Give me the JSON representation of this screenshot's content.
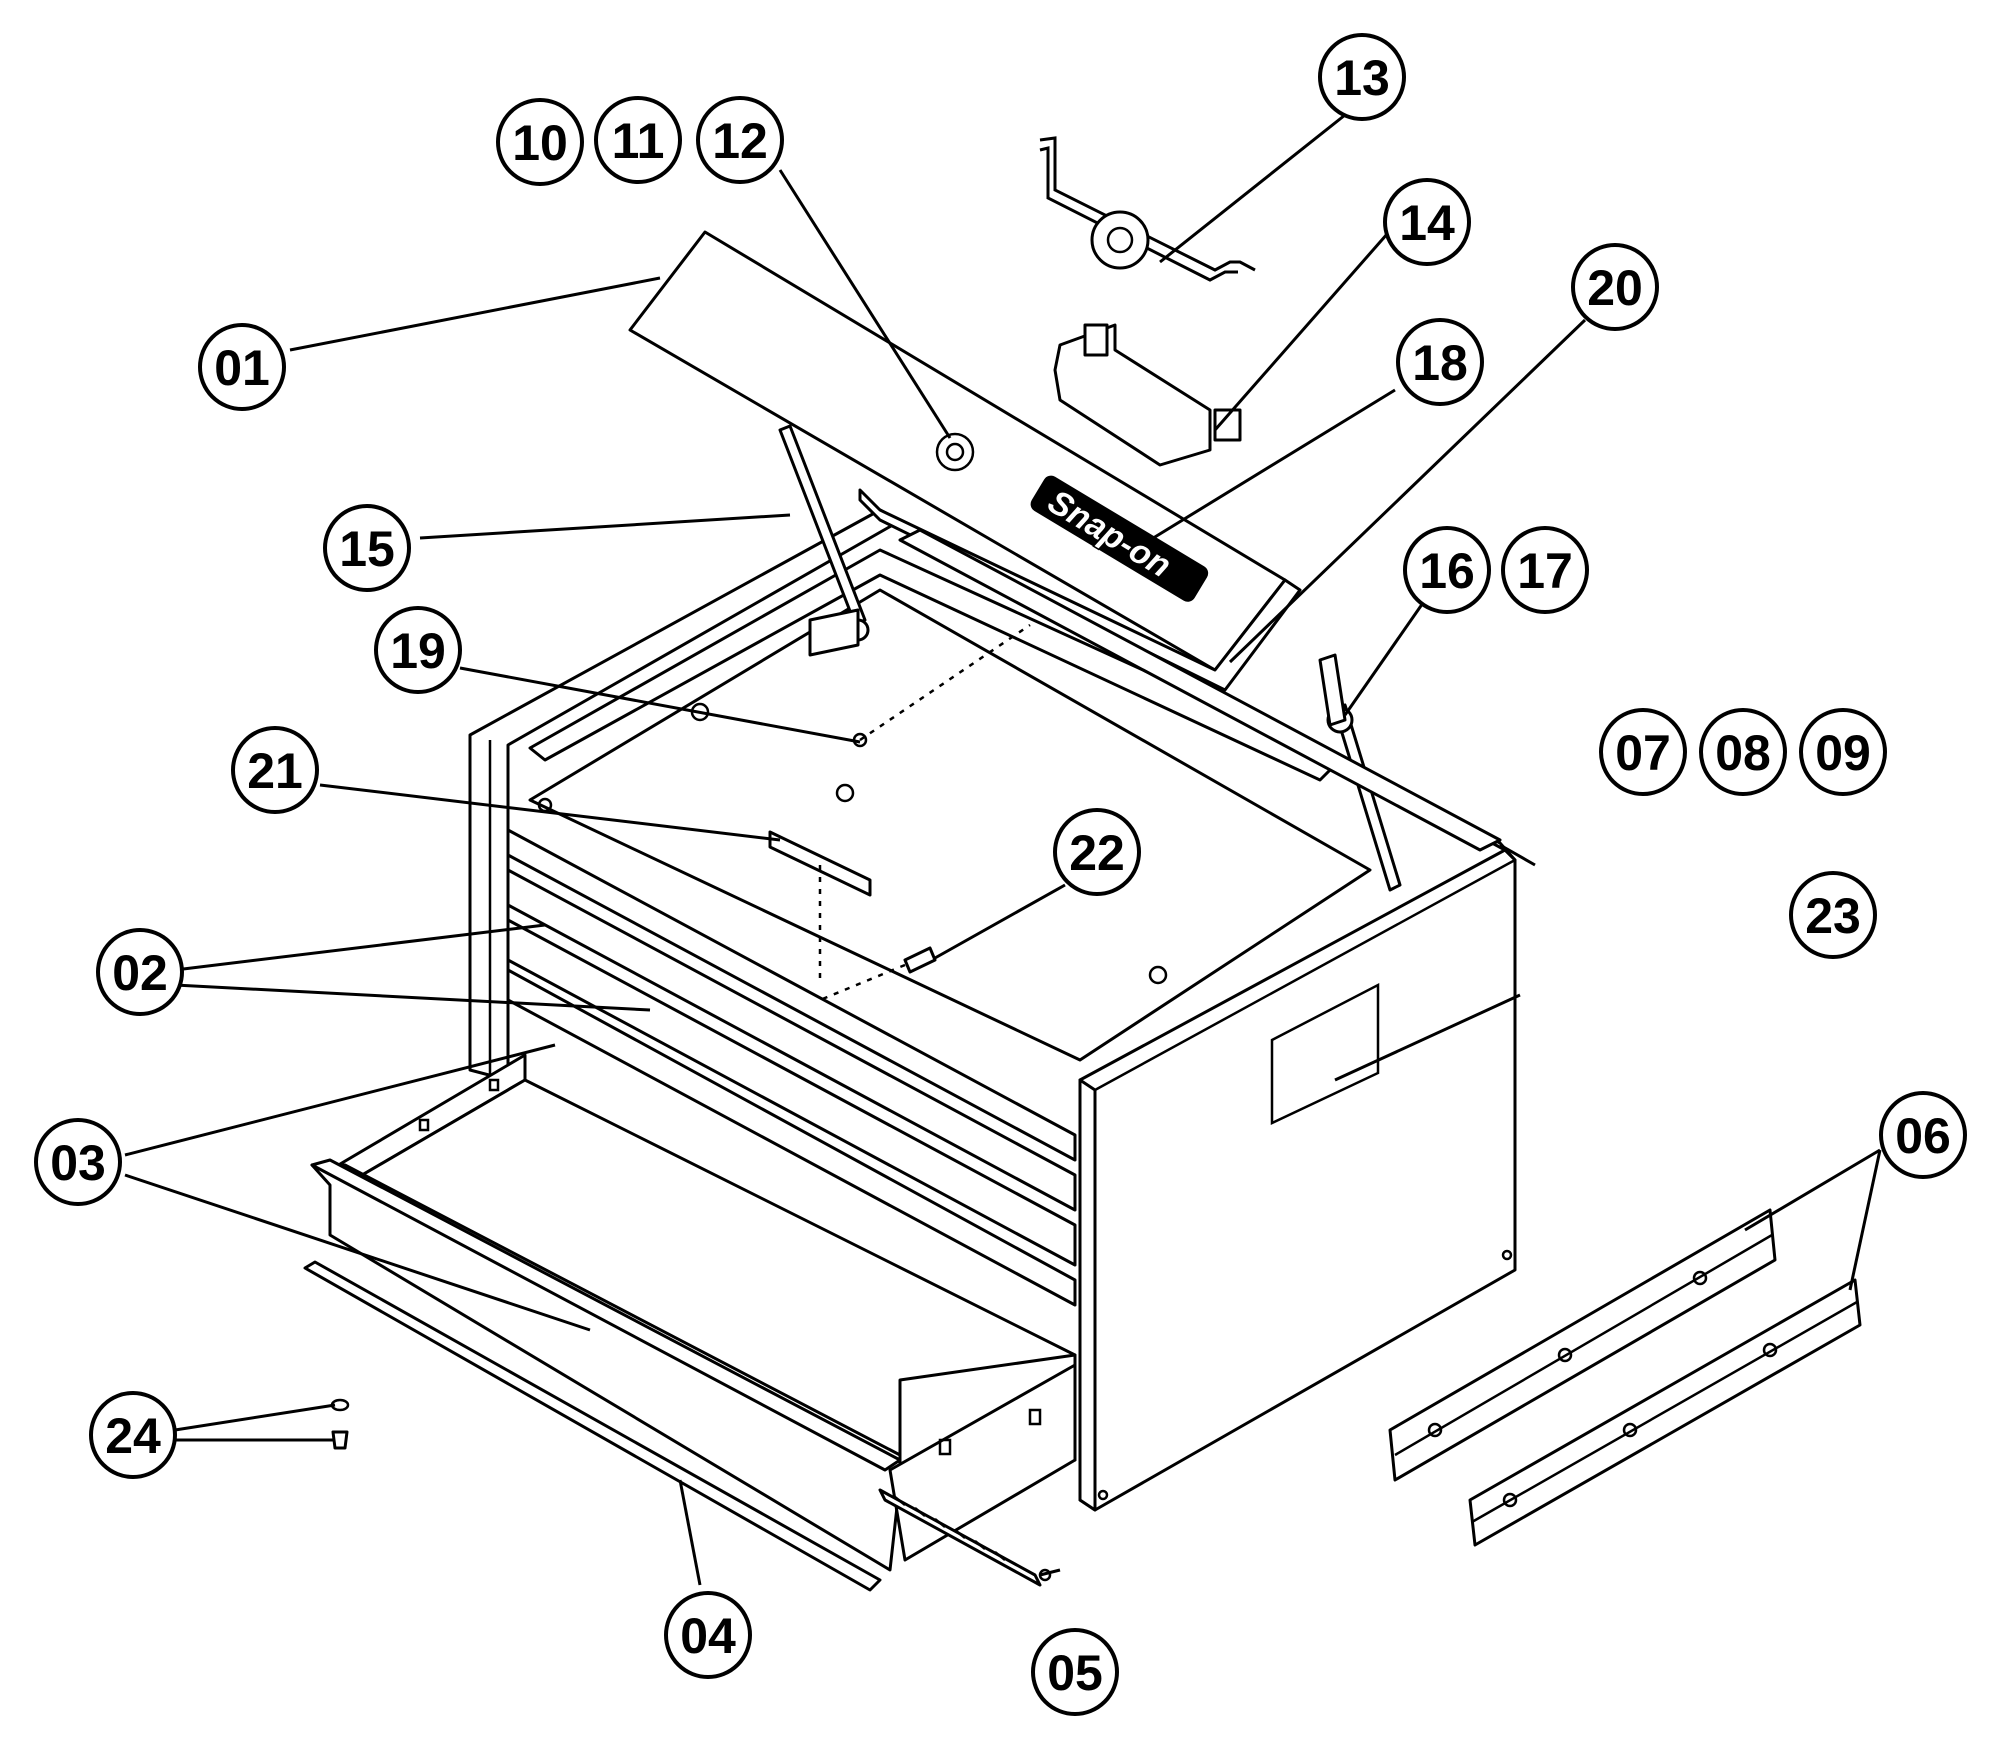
{
  "brand_logo": "Snap-on",
  "callouts": [
    {
      "id": "01"
    },
    {
      "id": "02"
    },
    {
      "id": "03"
    },
    {
      "id": "04"
    },
    {
      "id": "05"
    },
    {
      "id": "06"
    },
    {
      "id": "07"
    },
    {
      "id": "08"
    },
    {
      "id": "09"
    },
    {
      "id": "10"
    },
    {
      "id": "11"
    },
    {
      "id": "12"
    },
    {
      "id": "13"
    },
    {
      "id": "14"
    },
    {
      "id": "15"
    },
    {
      "id": "16"
    },
    {
      "id": "17"
    },
    {
      "id": "18"
    },
    {
      "id": "19"
    },
    {
      "id": "20"
    },
    {
      "id": "21"
    },
    {
      "id": "22"
    },
    {
      "id": "23"
    },
    {
      "id": "24"
    }
  ]
}
